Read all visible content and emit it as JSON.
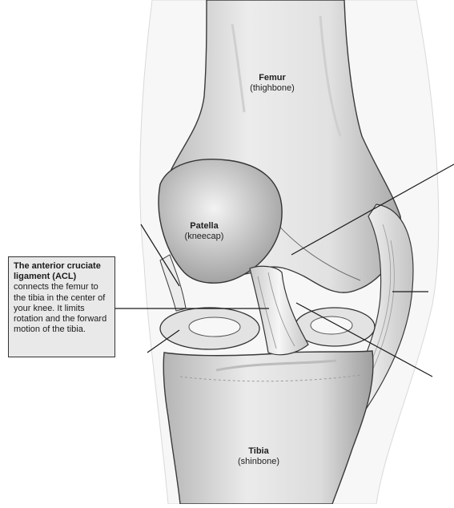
{
  "labels": {
    "femur": {
      "name": "Femur",
      "common": "(thighbone)"
    },
    "patella": {
      "name": "Patella",
      "common": "(kneecap)"
    },
    "tibia": {
      "name": "Tibia",
      "common": "(shinbone)"
    }
  },
  "callout": {
    "bold_text": "The anterior cruciate ligament (ACL)",
    "body_text": " connects the femur to the tibia in the center of your knee. It limits rotation and the forward motion of the tibia."
  },
  "colors": {
    "bone_fill": "#e6e6e6",
    "bone_shadow": "#a9a9a9",
    "ligament_fill": "#f2f2f2",
    "outline": "#3a3a3a",
    "callout_bg": "#e9e9e9"
  }
}
